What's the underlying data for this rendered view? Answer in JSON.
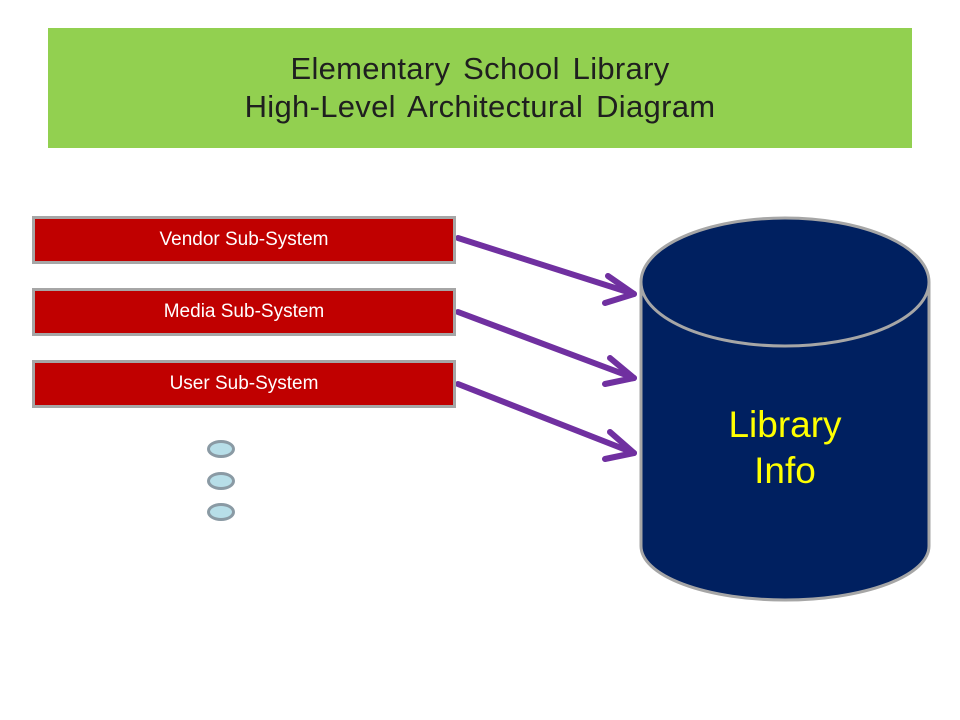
{
  "title": {
    "line1": "Elementary School Library",
    "line2": "High-Level Architectural Diagram"
  },
  "subsystems": [
    {
      "label": "Vendor Sub-System"
    },
    {
      "label": "Media Sub-System"
    },
    {
      "label": "User Sub-System"
    }
  ],
  "database": {
    "line1": "Library",
    "line2": "Info"
  },
  "colors": {
    "banner": "#92d050",
    "subsystem_fill": "#c00000",
    "subsystem_border": "#a6a6a6",
    "arrow": "#7030a0",
    "database_fill": "#002060",
    "database_label": "#ffff00",
    "ellipsis_dots": "#b7dee8"
  }
}
